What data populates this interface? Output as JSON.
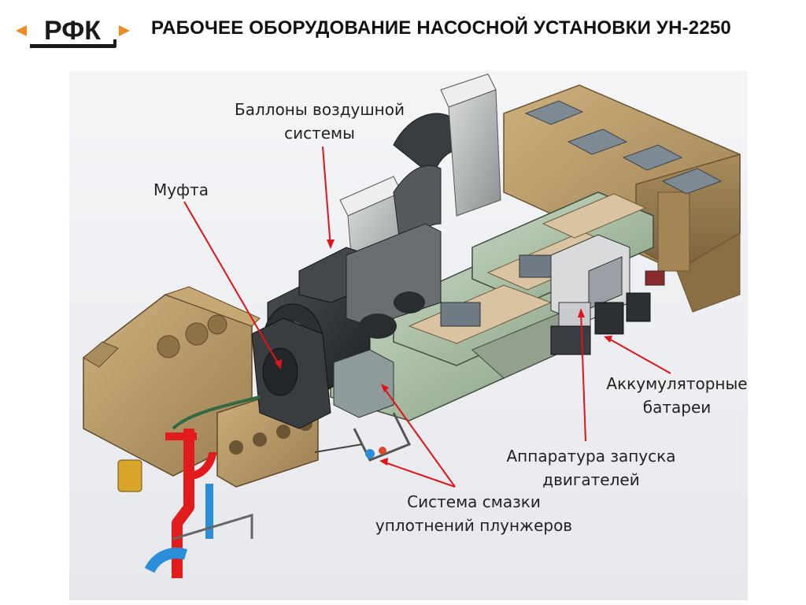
{
  "logo": {
    "text": "РФК",
    "accent": "#f08a24",
    "color": "#1a1a1a"
  },
  "title": "РАБОЧЕЕ ОБОРУДОВАНИЕ НАСОСНОЙ УСТАНОВКИ УН-2250",
  "callouts": {
    "air_cylinders": {
      "line1": "Баллоны воздушной",
      "line2": "системы"
    },
    "coupling": {
      "line1": "Муфта"
    },
    "batteries": {
      "line1": "Аккумуляторные",
      "line2": "батареи"
    },
    "engine_start": {
      "line1": "Аппаратура запуска",
      "line2": "двигателей"
    },
    "lubrication": {
      "line1": "Система смазки",
      "line2": "уплотнений плунжеров"
    }
  },
  "colors": {
    "leader_line": "#e0141b",
    "housing_tan": "#b89a6a",
    "frame_green": "#9fb59e",
    "pipe_red": "#e21c1c",
    "pipe_blue": "#2a8fd8"
  }
}
